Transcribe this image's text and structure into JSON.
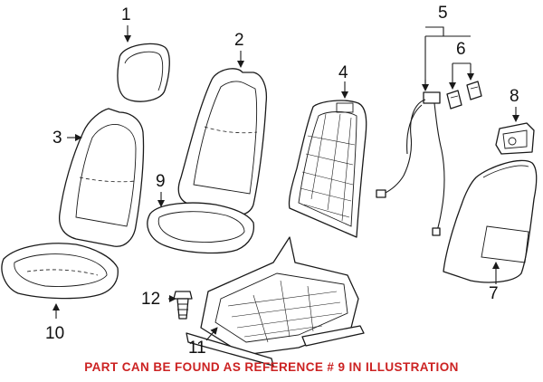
{
  "callouts": {
    "c1": "1",
    "c2": "2",
    "c3": "3",
    "c4": "4",
    "c5": "5",
    "c6": "6",
    "c7": "7",
    "c8": "8",
    "c9": "9",
    "c10": "10",
    "c11": "11",
    "c12": "12"
  },
  "note": "PART CAN BE FOUND AS REFERENCE # 9 IN ILLUSTRATION",
  "colors": {
    "note": "#cc2222",
    "line": "#1a1a1a"
  }
}
